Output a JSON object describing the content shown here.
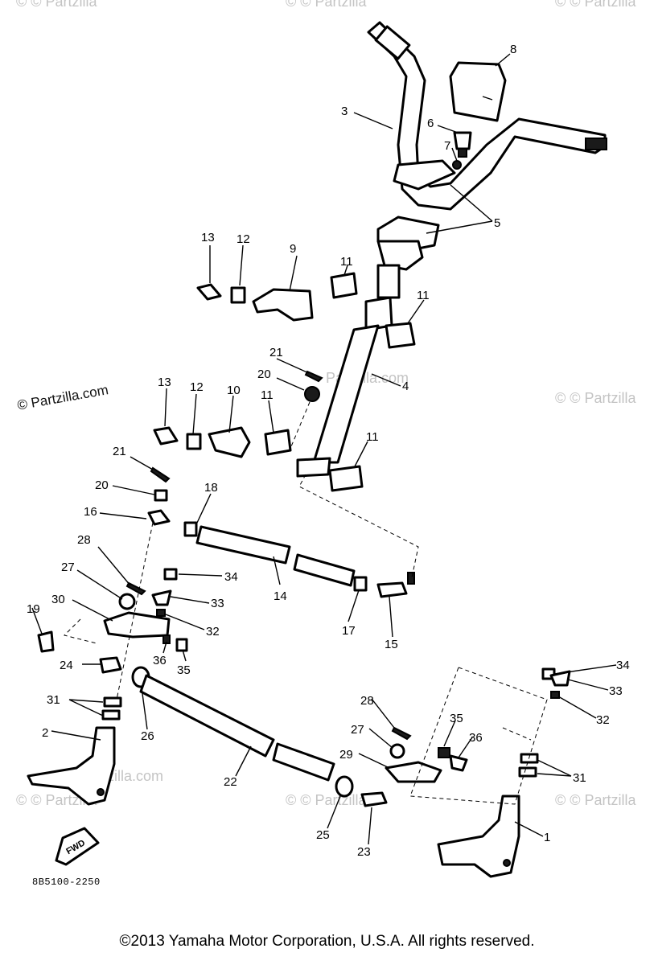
{
  "watermarks": {
    "brand_left": "© Partzilla.com",
    "brand_faint": "© Partzilla",
    "brand_faint_com": "Partzilla.com"
  },
  "drawing_code": "8B5100-2250",
  "fwd_label": "FWD",
  "copyright": "©2013 Yamaha Motor Corporation, U.S.A. All rights reserved.",
  "callouts": [
    {
      "id": "c8",
      "label": "8"
    },
    {
      "id": "c3",
      "label": "3"
    },
    {
      "id": "c6",
      "label": "6"
    },
    {
      "id": "c7",
      "label": "7"
    },
    {
      "id": "c5",
      "label": "5"
    },
    {
      "id": "c13a",
      "label": "13"
    },
    {
      "id": "c12a",
      "label": "12"
    },
    {
      "id": "c9",
      "label": "9"
    },
    {
      "id": "c11a",
      "label": "11"
    },
    {
      "id": "c11b",
      "label": "11"
    },
    {
      "id": "c21a",
      "label": "21"
    },
    {
      "id": "c20a",
      "label": "20"
    },
    {
      "id": "c4",
      "label": "4"
    },
    {
      "id": "c13b",
      "label": "13"
    },
    {
      "id": "c12b",
      "label": "12"
    },
    {
      "id": "c10",
      "label": "10"
    },
    {
      "id": "c11c",
      "label": "11"
    },
    {
      "id": "c11d",
      "label": "11"
    },
    {
      "id": "c21b",
      "label": "21"
    },
    {
      "id": "c20b",
      "label": "20"
    },
    {
      "id": "c18",
      "label": "18"
    },
    {
      "id": "c16",
      "label": "16"
    },
    {
      "id": "c28a",
      "label": "28"
    },
    {
      "id": "c34a",
      "label": "34"
    },
    {
      "id": "c27a",
      "label": "27"
    },
    {
      "id": "c14",
      "label": "14"
    },
    {
      "id": "c33a",
      "label": "33"
    },
    {
      "id": "c30",
      "label": "30"
    },
    {
      "id": "c32a",
      "label": "32"
    },
    {
      "id": "c19",
      "label": "19"
    },
    {
      "id": "c17",
      "label": "17"
    },
    {
      "id": "c15",
      "label": "15"
    },
    {
      "id": "c36a",
      "label": "36"
    },
    {
      "id": "c35a",
      "label": "35"
    },
    {
      "id": "c24",
      "label": "24"
    },
    {
      "id": "c34b",
      "label": "34"
    },
    {
      "id": "c33b",
      "label": "33"
    },
    {
      "id": "c31a",
      "label": "31"
    },
    {
      "id": "c32b",
      "label": "32"
    },
    {
      "id": "c26",
      "label": "26"
    },
    {
      "id": "c28b",
      "label": "28"
    },
    {
      "id": "c35b",
      "label": "35"
    },
    {
      "id": "c27b",
      "label": "27"
    },
    {
      "id": "c36b",
      "label": "36"
    },
    {
      "id": "c2",
      "label": "2"
    },
    {
      "id": "c29",
      "label": "29"
    },
    {
      "id": "c31b",
      "label": "31"
    },
    {
      "id": "c22",
      "label": "22"
    },
    {
      "id": "c25",
      "label": "25"
    },
    {
      "id": "c23",
      "label": "23"
    },
    {
      "id": "c1",
      "label": "1"
    }
  ]
}
